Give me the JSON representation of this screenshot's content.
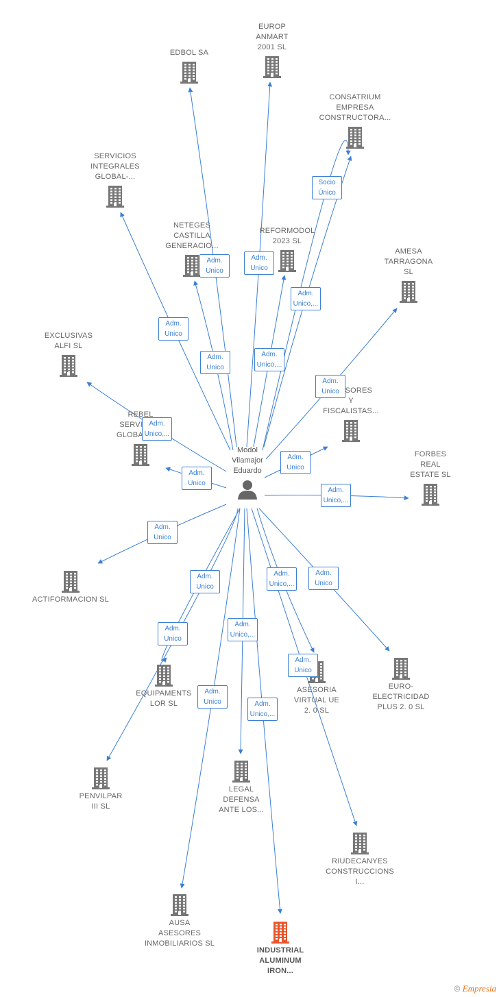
{
  "colors": {
    "edge": "#3b7fd4",
    "building": "#777777",
    "highlight": "#e8552a",
    "person": "#666666"
  },
  "center": {
    "name": "Modol\nVilamajor\nEduardo",
    "icon": "person-icon"
  },
  "nodes": [
    {
      "id": "edbol",
      "label": "EDBOL SA",
      "icon": "building-icon"
    },
    {
      "id": "europ",
      "label": "EUROP\nANMART\n2001  SL",
      "icon": "building-icon"
    },
    {
      "id": "consatrium",
      "label": "CONSATRIUM\nEMPRESA\nCONSTRUCTORA...",
      "icon": "building-icon"
    },
    {
      "id": "servicios",
      "label": "SERVICIOS\nINTEGRALES\nGLOBAL-...",
      "icon": "building-icon"
    },
    {
      "id": "neteges",
      "label": "NETEGES\nCASTILLA\nGENERACIO...",
      "icon": "building-icon"
    },
    {
      "id": "reformodol",
      "label": "REFORMODOL\n2023  SL",
      "icon": "building-icon"
    },
    {
      "id": "amesa",
      "label": "AMESA\nTARRAGONA\nSL",
      "icon": "building-icon"
    },
    {
      "id": "exclusivas",
      "label": "EXCLUSIVAS\nALFI SL",
      "icon": "building-icon"
    },
    {
      "id": "asesores",
      "label": "ASESORES\nY\nFISCALISTAS...",
      "icon": "building-icon"
    },
    {
      "id": "rebel",
      "label": "REBEL\nSERVICIOS\nGLOBALES...",
      "icon": "building-icon"
    },
    {
      "id": "forbes",
      "label": "FORBES\nREAL\nESTATE  SL",
      "icon": "building-icon"
    },
    {
      "id": "actiformacion",
      "label": "ACTIFORMACION SL",
      "icon": "building-icon"
    },
    {
      "id": "equipaments",
      "label": "EQUIPAMENTS\nLOR SL",
      "icon": "building-icon"
    },
    {
      "id": "asesoria",
      "label": "ASESORIA\nVIRTUAL UE\n2. 0  SL",
      "icon": "building-icon"
    },
    {
      "id": "euro",
      "label": "EURO-\nELECTRICIDAD\nPLUS 2. 0  SL",
      "icon": "building-icon"
    },
    {
      "id": "penvilpar",
      "label": "PENVILPAR\nIII SL",
      "icon": "building-icon"
    },
    {
      "id": "legal",
      "label": "LEGAL\nDEFENSA\nANTE LOS...",
      "icon": "building-icon"
    },
    {
      "id": "riudecanyes",
      "label": "RIUDECANYES\nCONSTRUCCIONS\nI...",
      "icon": "building-icon"
    },
    {
      "id": "ausa",
      "label": "AUSA\nASESORES\nINMOBILIARIOS SL",
      "icon": "building-icon"
    },
    {
      "id": "industrial",
      "label": "INDUSTRIAL\nALUMINUM\nIRON...",
      "icon": "building-icon",
      "highlight": true
    }
  ],
  "edges": [
    {
      "to": "edbol",
      "label": "Adm.\nUnico"
    },
    {
      "to": "europ",
      "label": "Adm.\nUnico"
    },
    {
      "to": "consatrium",
      "label": "Socio\nÚnico"
    },
    {
      "to": "consatrium",
      "label": "Adm.\nUnico,..."
    },
    {
      "to": "servicios",
      "label": "Adm.\nUnico"
    },
    {
      "to": "neteges",
      "label": "Adm.\nUnico"
    },
    {
      "to": "reformodol",
      "label": "Adm.\nUnico,..."
    },
    {
      "to": "amesa",
      "label": "Adm.\nUnico"
    },
    {
      "to": "exclusivas",
      "label": "Adm.\nUnico,..."
    },
    {
      "to": "asesores",
      "label": "Adm.\nUnico"
    },
    {
      "to": "rebel",
      "label": "Adm.\nUnico"
    },
    {
      "to": "forbes",
      "label": "Adm.\nUnico,..."
    },
    {
      "to": "actiformacion",
      "label": "Adm.\nUnico"
    },
    {
      "to": "equipaments",
      "label": "Adm.\nUnico"
    },
    {
      "to": "penvilpar",
      "label": "Adm.\nUnico"
    },
    {
      "to": "legal",
      "label": "Adm.\nUnico,..."
    },
    {
      "to": "asesoria",
      "label": "Adm.\nUnico,..."
    },
    {
      "to": "euro",
      "label": "Adm.\nUnico"
    },
    {
      "to": "riudecanyes",
      "label": "Adm.\nUnico"
    },
    {
      "to": "ausa",
      "label": "Adm.\nUnico"
    },
    {
      "to": "industrial",
      "label": "Adm.\nUnico,..."
    }
  ],
  "footer": {
    "copyright": "©",
    "brand": "Empresia"
  }
}
